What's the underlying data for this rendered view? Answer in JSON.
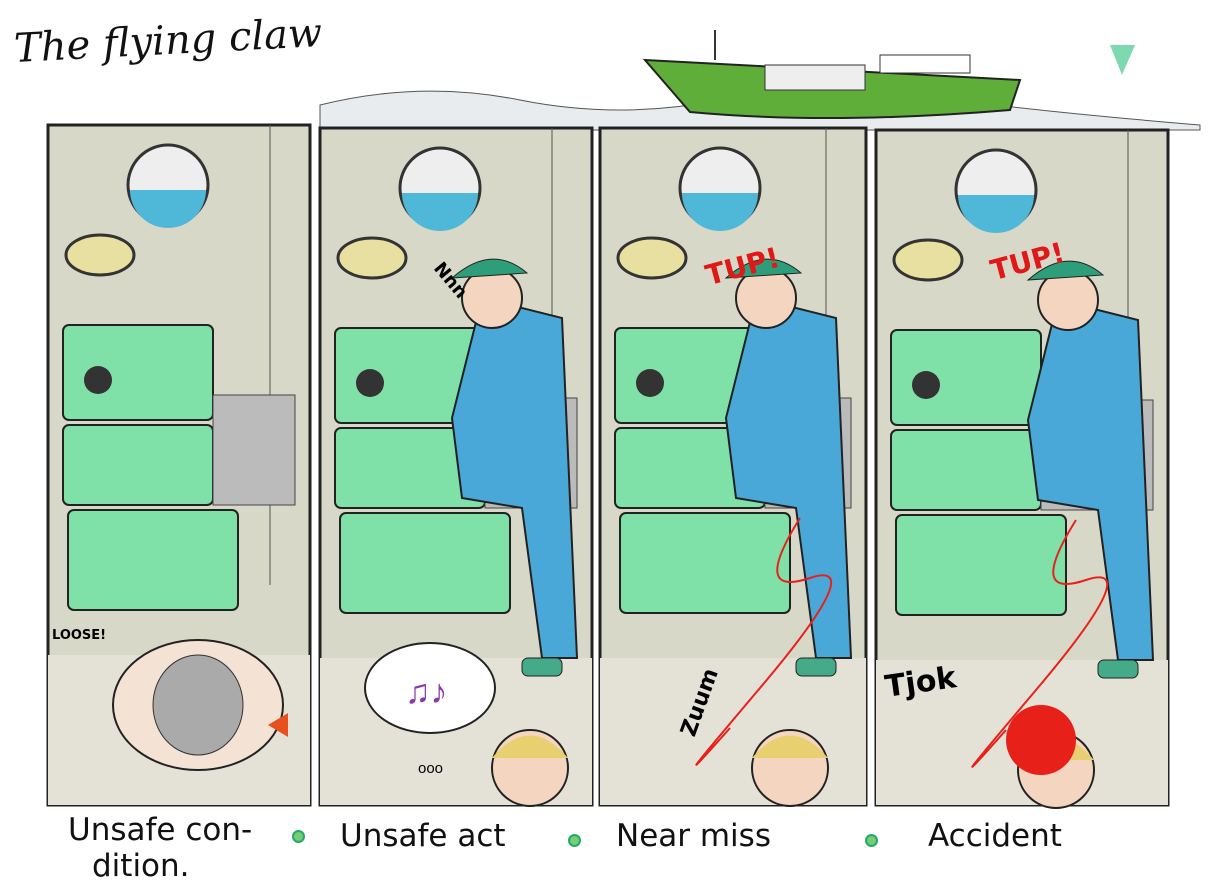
{
  "title": "The flying claw",
  "panels": [
    {
      "caption": "Unsafe con-\ndition.",
      "caption_line1": "Unsafe con-",
      "caption_line2": "dition.",
      "sfx": [
        "LOOSE!"
      ]
    },
    {
      "caption": "Unsafe act",
      "sfx": [
        "Nnn"
      ]
    },
    {
      "caption": "Near miss",
      "sfx": [
        "TUP!",
        "Zuum"
      ]
    },
    {
      "caption": "Accident",
      "sfx": [
        "TUP!",
        "Tjok"
      ]
    }
  ],
  "thought_bubble": "ooo",
  "colors": {
    "machine": "#7fe0a8",
    "overalls": "#4aa8d8",
    "wall": "#d8d8c8",
    "ship": "#5fae3a",
    "blood": "#e8201a"
  }
}
